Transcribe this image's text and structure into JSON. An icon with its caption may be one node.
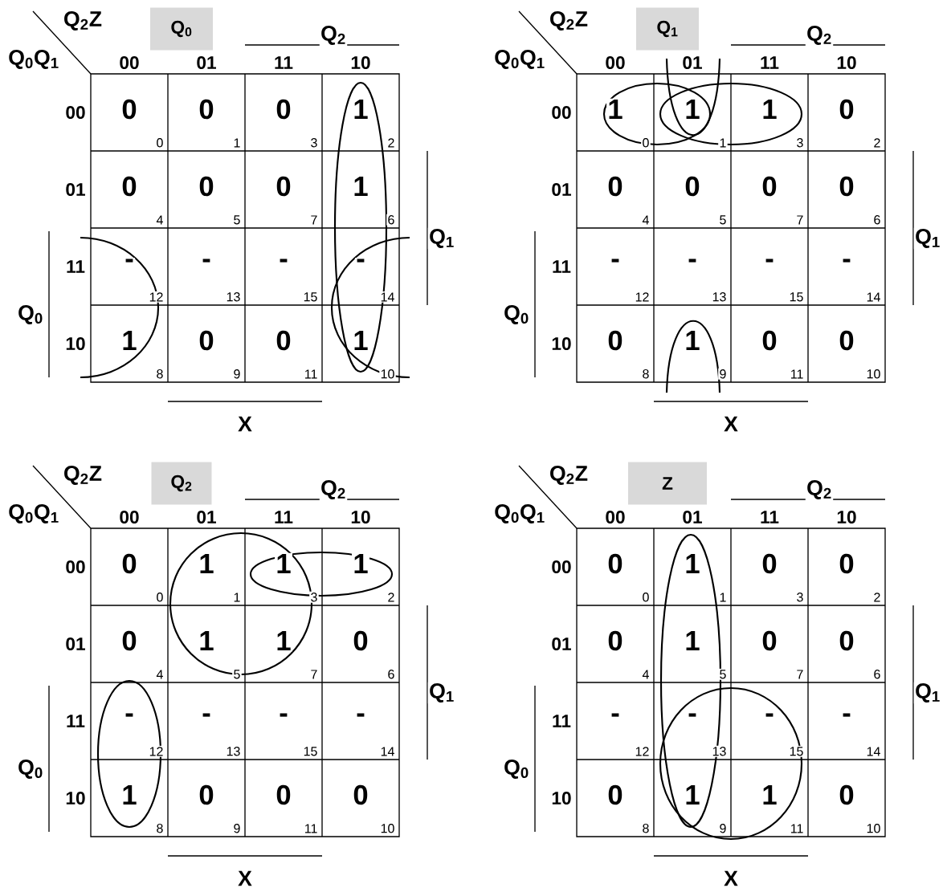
{
  "diagram": {
    "nodes": [
      {
        "text": [
          "Q$_{0}$"
        ]
      },
      {
        "text": [
          "Q$_{1}$"
        ]
      },
      {
        "text": [
          "Q$_{2}$"
        ]
      },
      {
        "text": [
          "Z"
        ]
      }
    ],
    "labels": [
      "Q$_{2}$Z",
      "Q$_{2}$",
      "Q$_{0}$Q$_{1}$",
      "00",
      "01",
      "11",
      "10",
      "00",
      "0",
      "0",
      "0",
      "1",
      "0",
      "3",
      "1",
      "2",
      "01",
      "0",
      "4",
      "0",
      "5",
      "0",
      "7",
      "1",
      "6",
      "11",
      "-",
      "12",
      "-",
      "13",
      "-",
      "15",
      "-",
      "14",
      "10",
      "1",
      "8",
      "0",
      "9",
      "0",
      "11",
      "1",
      "10",
      "Q$_{1}$",
      "Q$_{0}$",
      "X",
      "Q$_{2}$Z",
      "Q$_{2}$",
      "Q$_{0}$Q$_{1}$",
      "00",
      "01",
      "11",
      "10",
      "00",
      "1",
      "0",
      "1",
      "1",
      "1",
      "3",
      "0",
      "2",
      "01",
      "0",
      "4",
      "0",
      "5",
      "0",
      "7",
      "0",
      "6",
      "11",
      "-",
      "12",
      "-",
      "13",
      "-",
      "15",
      "-",
      "14",
      "10",
      "0",
      "8",
      "1",
      "9",
      "0",
      "11",
      "0",
      "10",
      "Q$_{1}$",
      "Q$_{0}$",
      "X",
      "Q$_{2}$Z",
      "Q$_{2}$",
      "Q$_{0}$Q$_{1}$",
      "00",
      "01",
      "11",
      "10",
      "00",
      "0",
      "0",
      "1",
      "1",
      "1",
      "3",
      "1",
      "2",
      "01",
      "0",
      "4",
      "1",
      "5",
      "1",
      "7",
      "0",
      "6",
      "11",
      "-",
      "12",
      "-",
      "13",
      "-",
      "15",
      "-",
      "14",
      "10",
      "1",
      "8",
      "0",
      "9",
      "0",
      "11",
      "0",
      "10",
      "Q$_{1}$",
      "Q$_{0}$",
      "X",
      "Q$_{2}$Z",
      "Q$_{2}$",
      "Q$_{0}$Q$_{1}$",
      "00",
      "01",
      "11",
      "10",
      "00",
      "0",
      "0",
      "1",
      "1",
      "0",
      "3",
      "0",
      "2",
      "01",
      "0",
      "4",
      "1",
      "5",
      "0",
      "7",
      "0",
      "6",
      "11",
      "-",
      "12",
      "-",
      "13",
      "-",
      "15",
      "-",
      "14",
      "10",
      "0",
      "8",
      "1",
      "9",
      "1",
      "11",
      "0",
      "10",
      "Q$_{1}$",
      "Q$_{0}$",
      "X"
    ]
  }
}
